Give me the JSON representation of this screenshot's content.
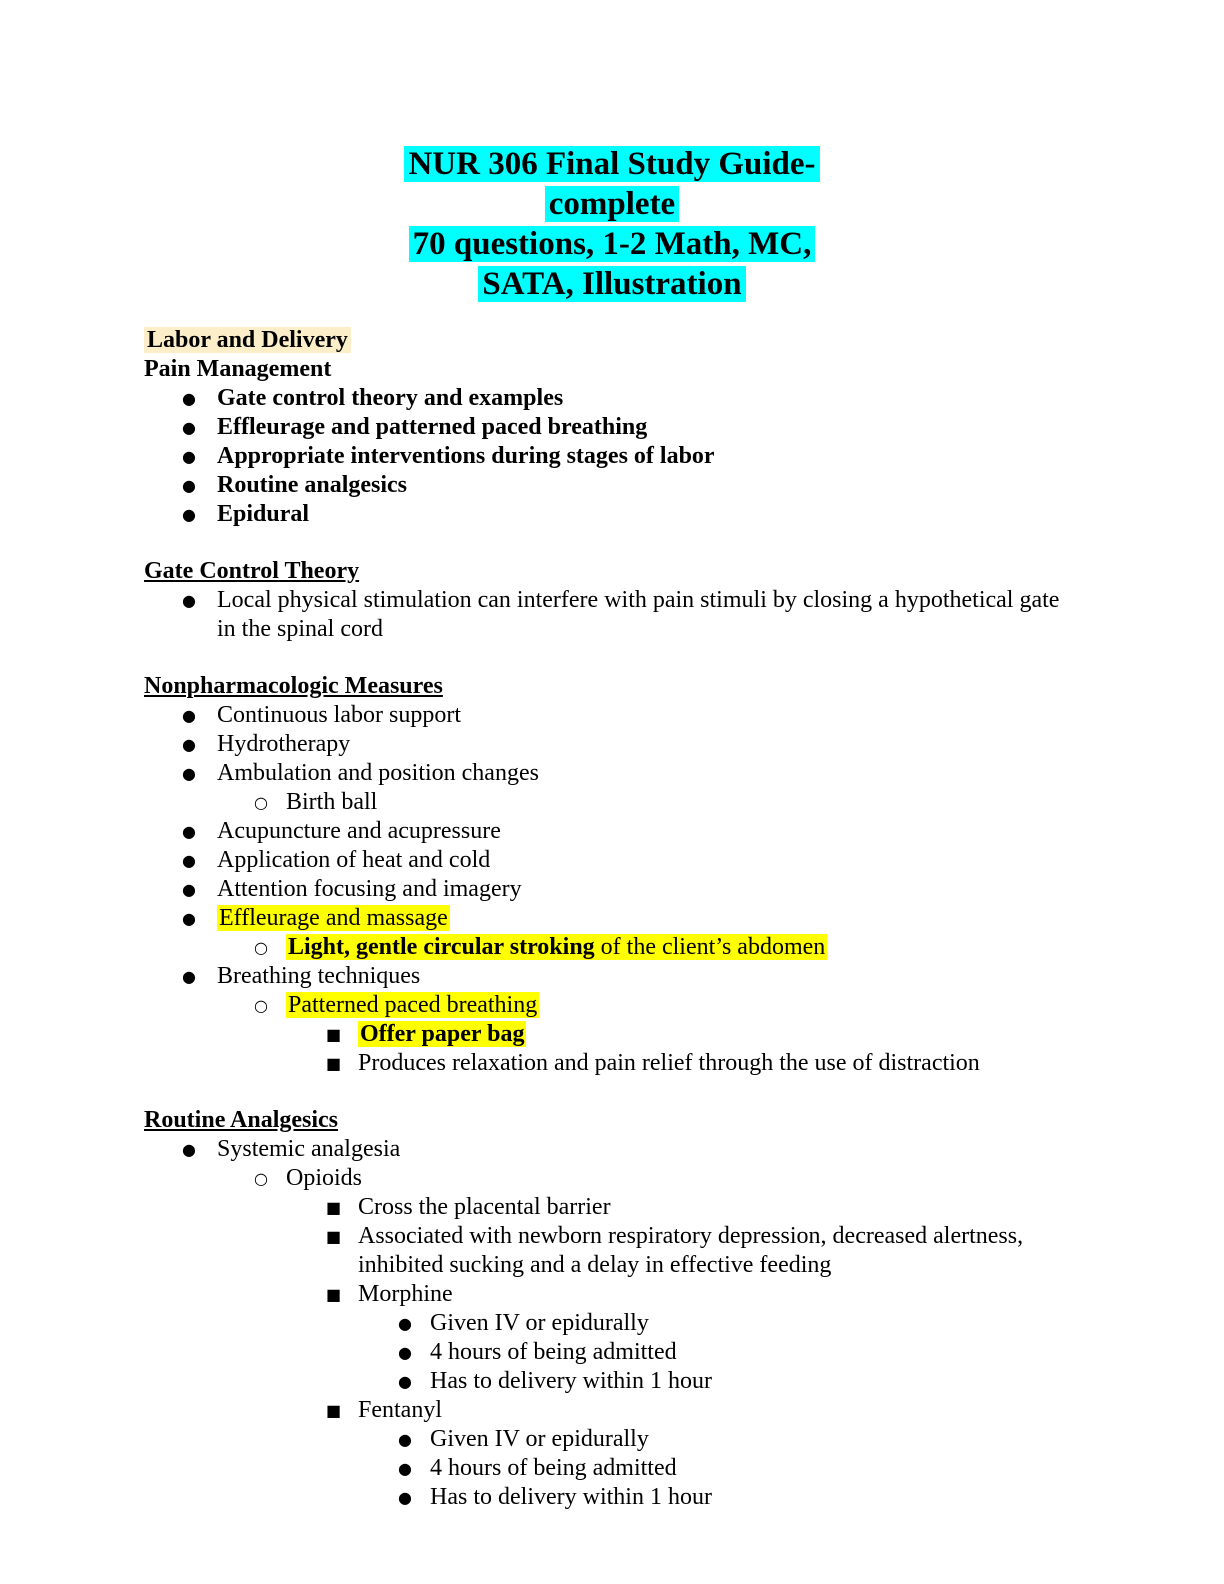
{
  "title": {
    "lines": [
      "NUR 306 Final Study Guide-",
      "complete",
      "70 questions, 1-2 Math, MC,",
      "SATA, Illustration"
    ]
  },
  "bullets": {
    "disc": "●",
    "circle": "○",
    "square": "■"
  },
  "colors": {
    "title_highlight": "#00ffff",
    "topic_highlight": "#fbeec9",
    "key_highlight": "#ffff00",
    "text": "#000000",
    "page_background": "#ffffff"
  },
  "labor": {
    "heading": "Labor and Delivery"
  },
  "pain_management": {
    "heading": "Pain Management",
    "items": [
      "Gate control theory and examples",
      "Effleurage and patterned paced breathing",
      "Appropriate interventions during stages of labor",
      "Routine analgesics",
      "Epidural"
    ]
  },
  "gate_control_theory": {
    "heading": "Gate Control Theory",
    "items": [
      "Local physical stimulation can interfere with pain stimuli by closing a hypothetical gate in the spinal cord"
    ]
  },
  "nonpharmacologic": {
    "heading": "Nonpharmacologic Measures",
    "items": {
      "continuous": "Continuous labor support",
      "hydrotherapy": "Hydrotherapy",
      "ambulation": "Ambulation and position changes",
      "birth_ball": "Birth ball",
      "acupuncture": "Acupuncture and acupressure",
      "heat_cold": "Application of heat and cold",
      "attention": "Attention focusing and imagery",
      "effleurage": "Effleurage and massage",
      "stroking_bold": "Light, gentle circular stroking",
      "stroking_rest": " of the client’s abdomen",
      "breathing": "Breathing techniques",
      "patterned": "Patterned paced breathing",
      "paper_bag": "Offer paper bag",
      "produces": "Produces relaxation and pain relief through the use of distraction"
    }
  },
  "routine_analgesics": {
    "heading": "Routine Analgesics",
    "items": {
      "systemic": "Systemic analgesia",
      "opioids": "Opioids",
      "cross": "Cross the placental barrier",
      "associated": "Associated with newborn respiratory depression, decreased alertness, inhibited sucking and a delay in effective feeding",
      "morphine": "Morphine",
      "morphine_sub": [
        "Given IV or epidurally",
        "4 hours of being admitted",
        "Has to delivery within 1 hour"
      ],
      "fentanyl": "Fentanyl",
      "fentanyl_sub": [
        "Given IV or epidurally",
        "4 hours of being admitted",
        "Has to delivery within 1 hour"
      ]
    }
  }
}
